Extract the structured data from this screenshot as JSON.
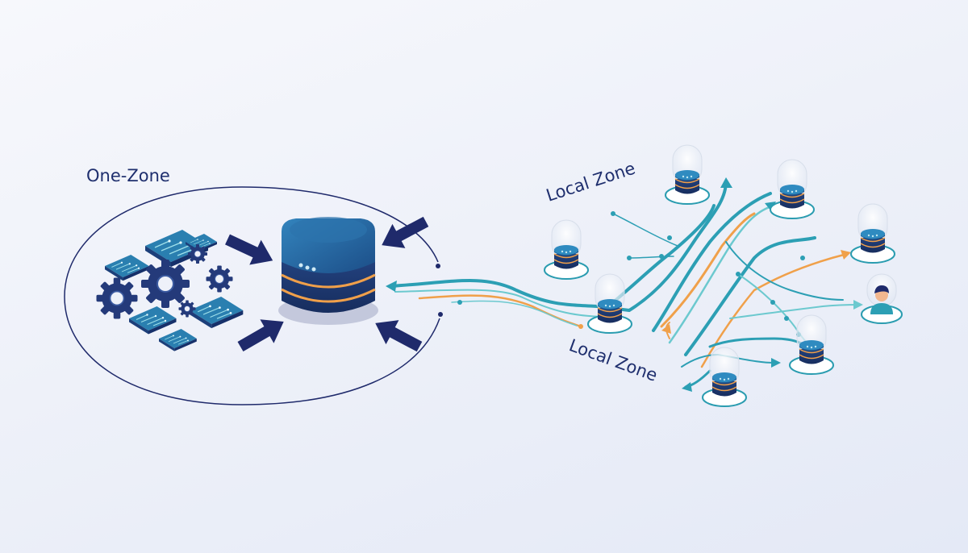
{
  "labels": {
    "one_zone": "One-Zone",
    "local_zone_top": "Local Zone",
    "local_zone_bottom": "Local Zone"
  },
  "colors": {
    "navy": "#1f2a6b",
    "teal": "#2c9fb4",
    "teal_light": "#6cc9cf",
    "orange": "#f0a04a",
    "server_blue": "#1f5f98",
    "background": "#eef1f9"
  },
  "icons": [
    "database-server-icon",
    "gear-icon",
    "circuit-board-icon",
    "arrow-icon",
    "user-avatar-icon"
  ]
}
